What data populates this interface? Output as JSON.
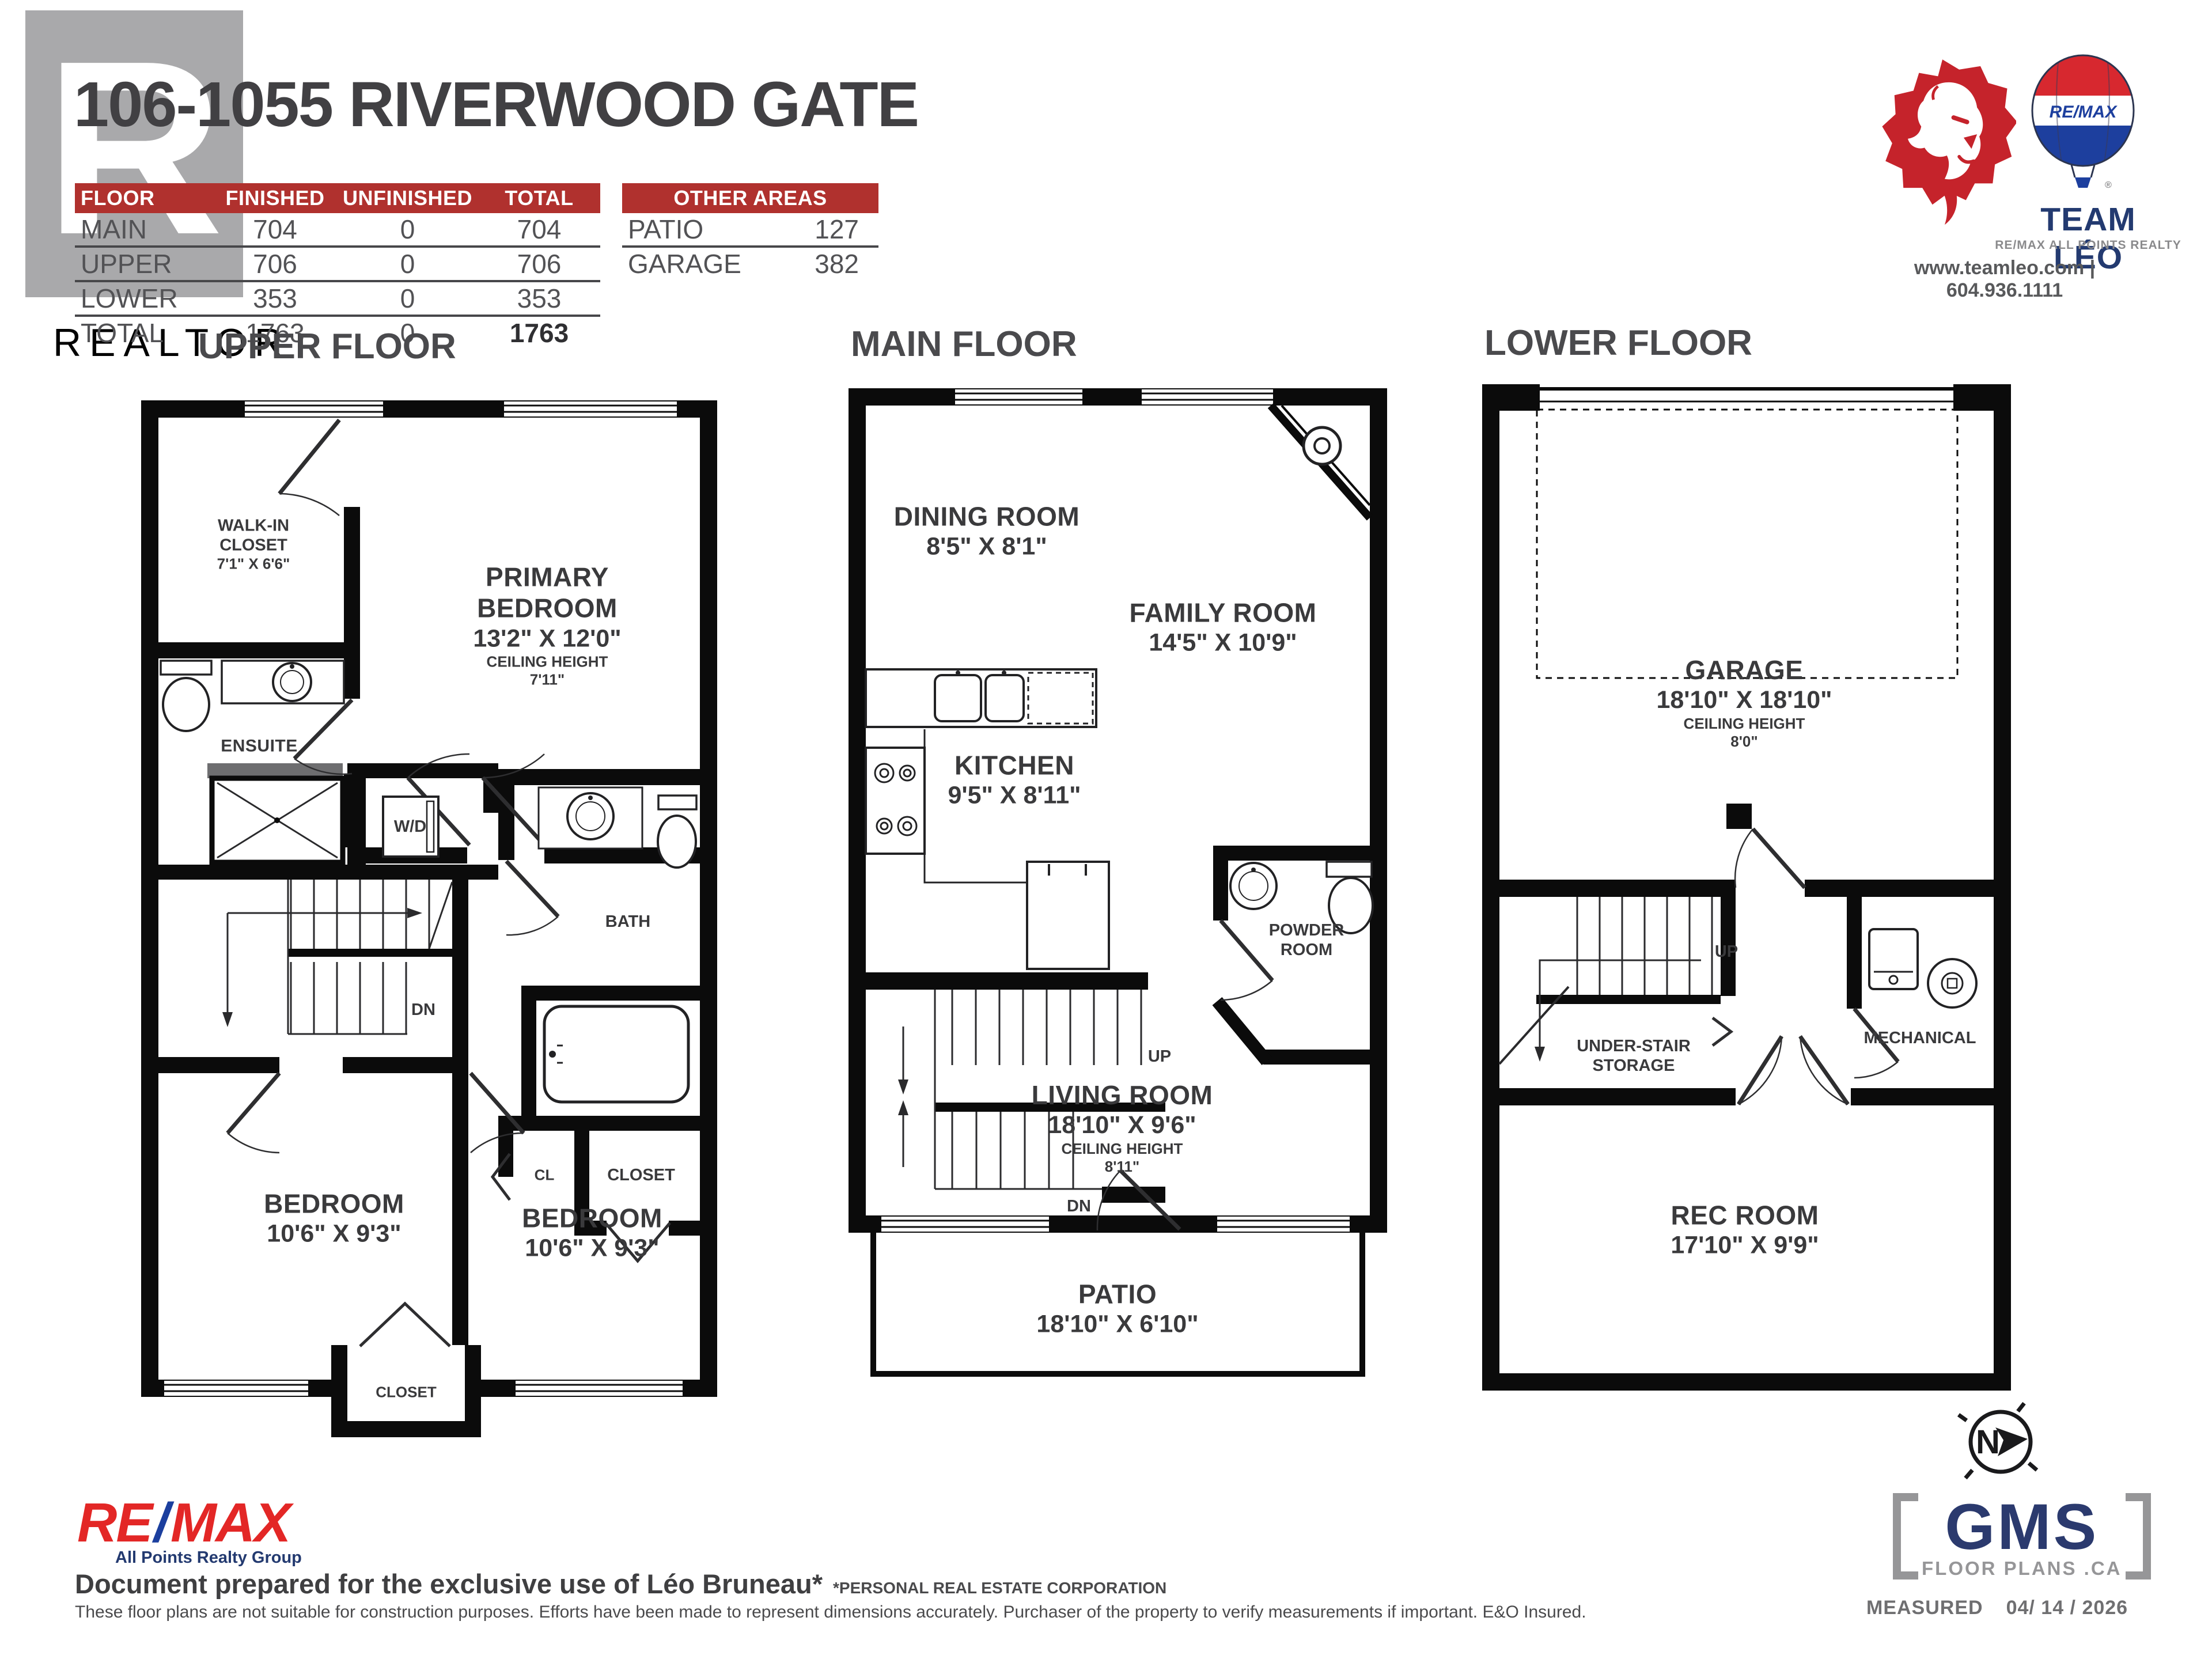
{
  "header": {
    "title": "106-1055 RIVERWOOD GATE",
    "watermark_letter": "R",
    "watermark_text": "REALTOR",
    "area_table": {
      "headers": [
        "FLOOR",
        "FINISHED",
        "UNFINISHED",
        "TOTAL"
      ],
      "rows": [
        [
          "MAIN",
          "704",
          "0",
          "704"
        ],
        [
          "UPPER",
          "706",
          "0",
          "706"
        ],
        [
          "LOWER",
          "353",
          "0",
          "353"
        ],
        [
          "TOTAL",
          "1763",
          "0",
          "1763"
        ]
      ]
    },
    "other_areas": {
      "header": "OTHER AREAS",
      "rows": [
        [
          "PATIO",
          "127"
        ],
        [
          "GARAGE",
          "382"
        ]
      ]
    }
  },
  "brand": {
    "team_name": "TEAM LÉO",
    "team_sub": "RE/MAX ALL POINTS REALTY",
    "contact": "www.teamleo.com | 604.936.1111",
    "balloon_text": "RE/MAX"
  },
  "floors": {
    "upper": {
      "title": "UPPER FLOOR",
      "walkin": [
        "WALK-IN",
        "CLOSET",
        "7'1\" X 6'6\""
      ],
      "primary": [
        "PRIMARY",
        "BEDROOM",
        "13'2\" X 12'0\"",
        "CEILING HEIGHT",
        "7'11\""
      ],
      "ensuite": "ENSUITE",
      "wd": "W/D",
      "bath": "BATH",
      "dn": "DN",
      "cl": "CL",
      "closet_bath": "CLOSET",
      "bedroom_left": [
        "BEDROOM",
        "10'6\" X 9'3\""
      ],
      "bedroom_right": [
        "BEDROOM",
        "10'6\" X 9'3\""
      ],
      "closet_bottom": "CLOSET"
    },
    "main": {
      "title": "MAIN FLOOR",
      "dining": [
        "DINING ROOM",
        "8'5\" X 8'1\""
      ],
      "family": [
        "FAMILY ROOM",
        "14'5\" X 10'9\""
      ],
      "kitchen": [
        "KITCHEN",
        "9'5\" X 8'11\""
      ],
      "up": "UP",
      "dn": "DN",
      "powder": [
        "POWDER",
        "ROOM"
      ],
      "living": [
        "LIVING ROOM",
        "18'10\" X 9'6\"",
        "CEILING HEIGHT",
        "8'11\""
      ],
      "patio": [
        "PATIO",
        "18'10\" X 6'10\""
      ]
    },
    "lower": {
      "title": "LOWER FLOOR",
      "garage": [
        "GARAGE",
        "18'10\" X 18'10\"",
        "CEILING HEIGHT",
        "8'0\""
      ],
      "up": "UP",
      "storage": [
        "UNDER-STAIR",
        "STORAGE"
      ],
      "mechanical": "MECHANICAL",
      "rec": [
        "REC ROOM",
        "17'10\" X 9'9\""
      ]
    }
  },
  "footer": {
    "remax": {
      "re": "RE",
      "slash": "/",
      "max": "MAX",
      "sub": "All Points Realty Group"
    },
    "prepared": "Document prepared for the exclusive use of Léo Bruneau*",
    "prepared_note": "*PERSONAL REAL ESTATE CORPORATION",
    "disclaimer": "These floor plans are not suitable for construction purposes. Efforts have been made to represent dimensions accurately.  Purchaser of the property to verify measurements if important.  E&O Insured.",
    "gms": {
      "name": "GMS",
      "sub": "FLOOR PLANS .CA",
      "measured_label": "MEASURED",
      "measured_date": "04/ 14 / 2026",
      "compass_letter": "N"
    }
  },
  "colors": {
    "accent_red": "#b0312e",
    "navy": "#233a70",
    "lion_red": "#c5232b",
    "remax_red": "#e32726",
    "remax_blue": "#1b3f9e",
    "wall_black": "#0b0b0b",
    "watermark_gray": "#a9a9ab"
  }
}
